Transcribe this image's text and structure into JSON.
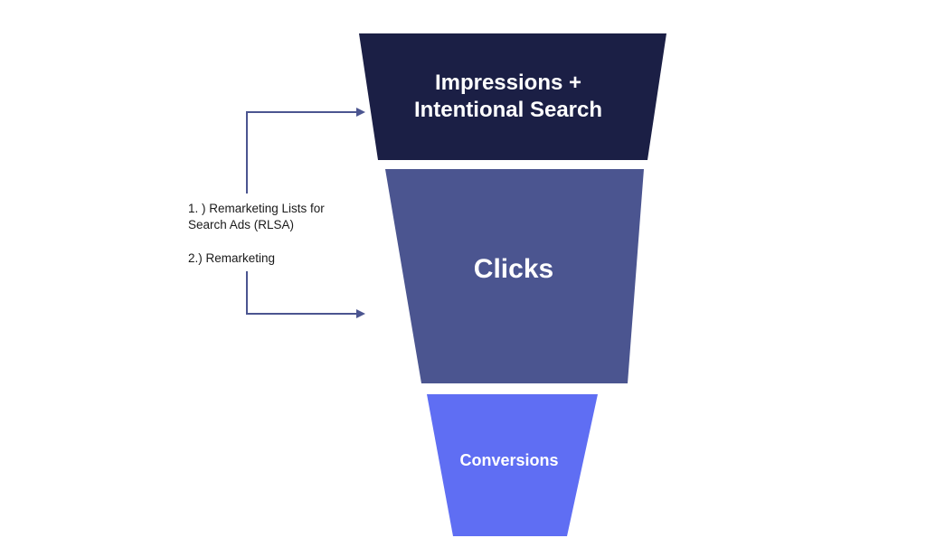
{
  "funnel": {
    "stages": [
      {
        "label_line1": "Impressions +",
        "label_line2": "Intentional Search",
        "color": "#1b1f45"
      },
      {
        "label": "Clicks",
        "color": "#4b5590"
      },
      {
        "label": "Conversions",
        "color": "#5f6ef3"
      }
    ]
  },
  "annotation": {
    "item1_line1": "1. ) Remarketing Lists for",
    "item1_line2": "Search Ads (RLSA)",
    "item2": "2.) Remarketing",
    "arrow_color": "#4b5590"
  }
}
